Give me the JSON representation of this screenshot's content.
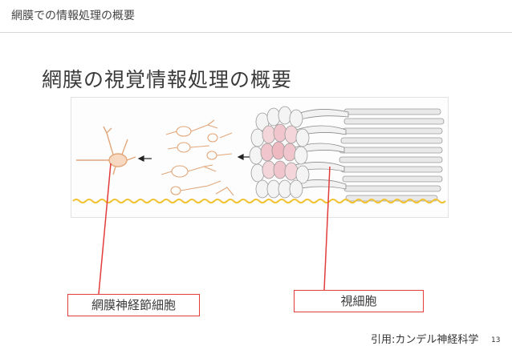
{
  "header": {
    "title": "網膜での情報処理の概要"
  },
  "slide": {
    "title": "網膜の視覚情報処理の概要"
  },
  "labels": {
    "ganglion": "網膜神経節細胞",
    "photoreceptor": "視細胞"
  },
  "footer": {
    "citation": "引用:カンデル神経科学",
    "page_number": "13"
  },
  "colors": {
    "callout": "#e23c3c",
    "neuron": "#e2a77a",
    "wave": "#f2c232",
    "header_rule": "#d6d6d6"
  }
}
